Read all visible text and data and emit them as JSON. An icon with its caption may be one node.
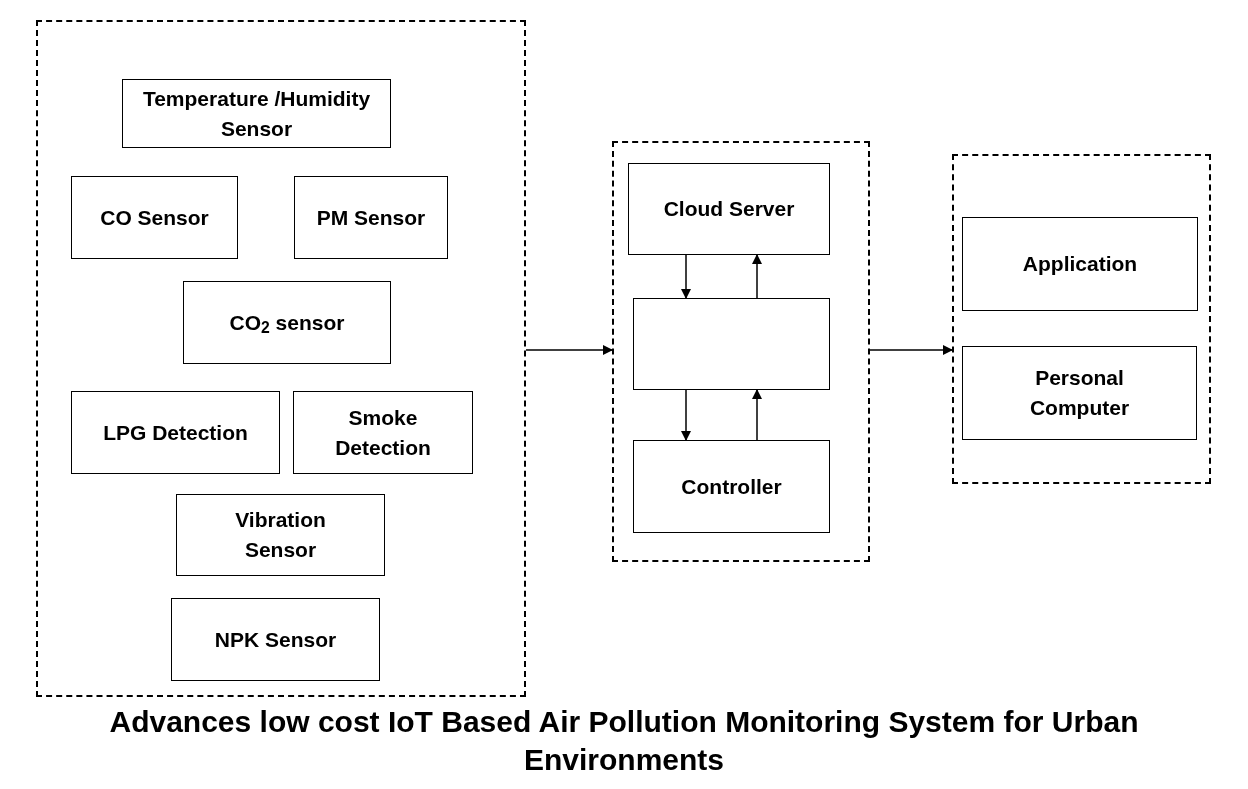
{
  "diagram": {
    "title": "Advances low cost IoT Based Air Pollution Monitoring System for Urban Environments",
    "nodes": [
      {
        "text": [],
        "shape": "box"
      },
      {
        "text": [
          "Temperature /Humidity Sensor"
        ],
        "in": 0
      },
      {
        "text": [
          "CO Sensor"
        ],
        "in": 0
      },
      {
        "text": [
          "PM Sensor"
        ],
        "in": 0
      },
      {
        "text": [
          "CO$_{2}$ sensor"
        ],
        "in": 0
      },
      {
        "text": [
          "LPG Detection"
        ],
        "in": 0
      },
      {
        "text": [
          "Smoke Detection"
        ],
        "in": 0
      },
      {
        "text": [
          "Vibration Sensor"
        ],
        "in": 0
      },
      {
        "text": [
          "NPK Sensor"
        ],
        "in": 0
      },
      {
        "text": [],
        "shape": "box"
      },
      {
        "text": [
          "Cloud Server"
        ],
        "in": 9
      },
      {
        "text": [],
        "shape": "box",
        "in": 9
      },
      {
        "text": [
          "Controller"
        ],
        "in": 9
      },
      {
        "text": [],
        "shape": "box"
      },
      {
        "text": [
          "Application"
        ],
        "in": 13
      },
      {
        "text": [
          "Personal Computer"
        ],
        "in": 13
      }
    ],
    "edges": [
      {
        "from": 0,
        "to": 9,
        "arrow": "to"
      },
      {
        "from": 9,
        "to": 13,
        "arrow": "to"
      },
      {
        "from": 10,
        "to": 11,
        "arrow": "to"
      },
      {
        "from": 11,
        "to": 10,
        "arrow": "to"
      },
      {
        "from": 11,
        "to": 12,
        "arrow": "to"
      },
      {
        "from": 12,
        "to": 11,
        "arrow": "to"
      }
    ]
  }
}
